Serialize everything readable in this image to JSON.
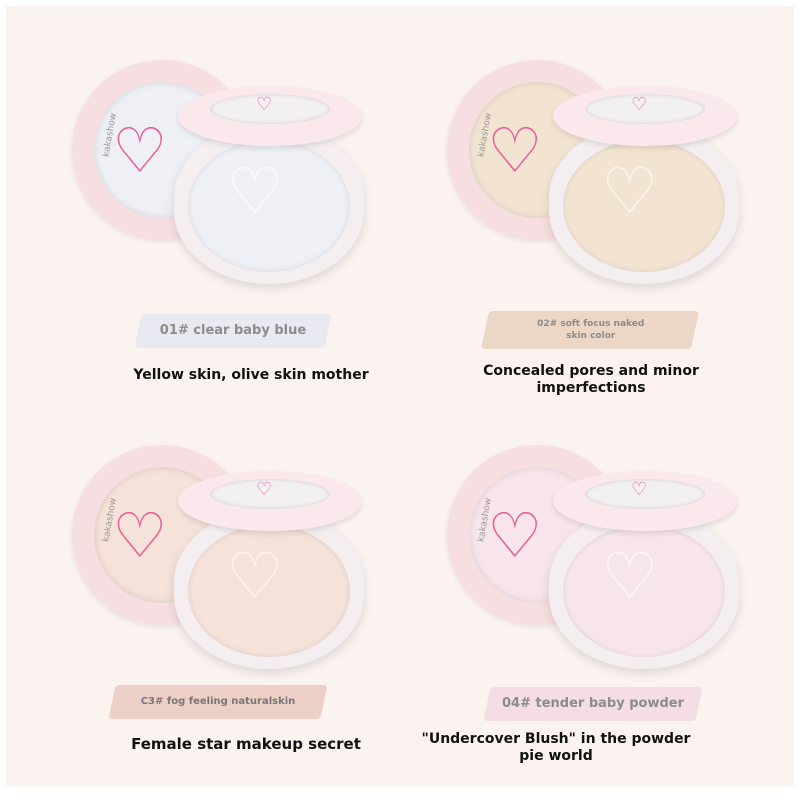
{
  "brand": "kakashow",
  "colors": {
    "background": "#fbf3f0",
    "heart": "#e8609a"
  },
  "shades": [
    {
      "label": "01# clear baby blue",
      "caption": "Yellow skin, olive skin mother",
      "powder": "#eef0f6",
      "swatch": "#e9e9f1"
    },
    {
      "label": "02# soft focus naked skin color",
      "caption": "Concealed pores and minor imperfections",
      "powder": "#f3e4d2",
      "swatch": "#ecd6c6"
    },
    {
      "label": "C3# fog feeling naturalskin",
      "caption": "Female star makeup secret",
      "powder": "#f5e2d9",
      "swatch": "#eccfc6"
    },
    {
      "label": "04# tender baby powder",
      "caption": "\"Undercover Blush\" in the powder pie world",
      "powder": "#f8e5ec",
      "swatch": "#f4dde4"
    }
  ]
}
